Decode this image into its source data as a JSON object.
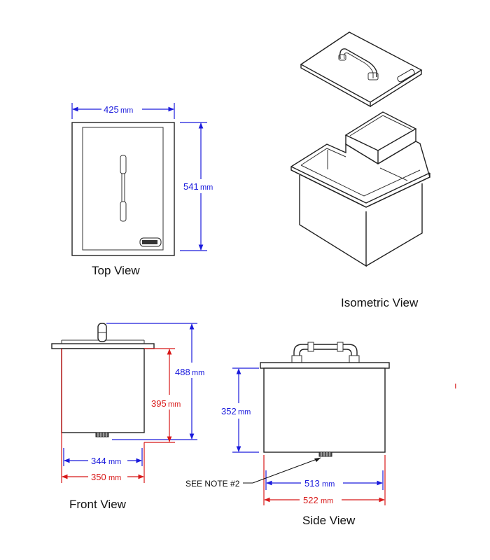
{
  "views": {
    "top": "Top View",
    "isometric": "Isometric View",
    "front": "Front View",
    "side": "Side View"
  },
  "dimensions": {
    "top_width": "425",
    "top_depth": "541",
    "front_total_height": "488",
    "front_body_height": "395",
    "front_inner_width": "344",
    "front_outer_width": "350",
    "side_height": "352",
    "side_inner_width": "513",
    "side_outer_width": "522"
  },
  "unit": "mm",
  "note": "SEE NOTE #2",
  "stray_mark": "ı",
  "colors": {
    "dimension_blue": "#1a1adc",
    "dimension_red": "#d81818",
    "line": "#222222"
  }
}
